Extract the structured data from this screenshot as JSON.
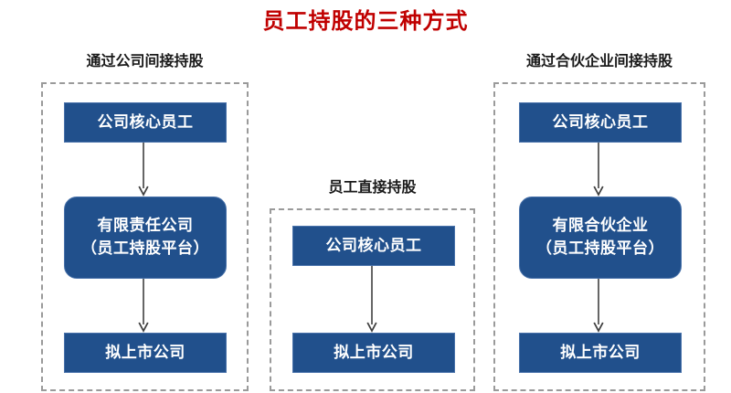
{
  "title": "员工持股的三种方式",
  "colors": {
    "title": "#C00000",
    "node_fill": "#21508C",
    "node_border": "#4a73ab",
    "dashed_border": "#9a9a9a",
    "arrow": "#404040",
    "background": "#FFFFFF"
  },
  "columns": {
    "left": {
      "header": "通过公司间接持股",
      "nodes": {
        "top": "公司核心员工",
        "middle_line1": "有限责任公司",
        "middle_line2": "（员工持股平台）",
        "bottom": "拟上市公司"
      }
    },
    "middle": {
      "header": "员工直接持股",
      "nodes": {
        "top": "公司核心员工",
        "bottom": "拟上市公司"
      }
    },
    "right": {
      "header": "通过合伙企业间接持股",
      "nodes": {
        "top": "公司核心员工",
        "middle_line1": "有限合伙企业",
        "middle_line2": "（员工持股平台）",
        "bottom": "拟上市公司"
      }
    }
  }
}
